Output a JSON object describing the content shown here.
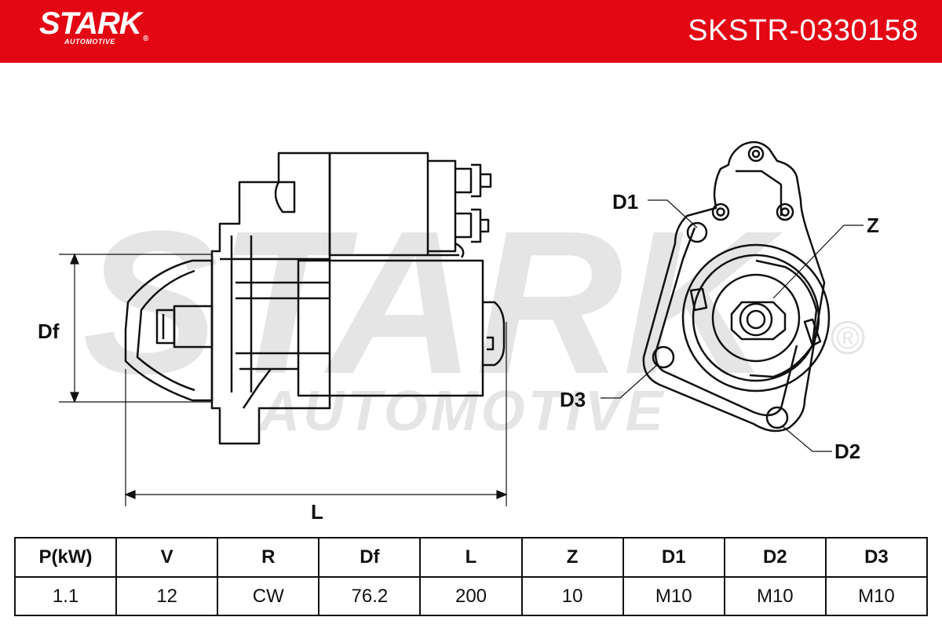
{
  "header": {
    "brand": "STARK",
    "brand_sub": "AUTOMOTIVE",
    "registered_mark": "®",
    "part_number": "SKSTR-0330158",
    "background_color": "#e30613"
  },
  "watermark": {
    "main": "STARK",
    "sub": "AUTOMOTIVE",
    "mark": "®"
  },
  "labels": {
    "df": "Df",
    "l": "L",
    "d1": "D1",
    "d2": "D2",
    "d3": "D3",
    "z": "Z"
  },
  "table": {
    "headers": [
      "P(kW)",
      "V",
      "R",
      "Df",
      "L",
      "Z",
      "D1",
      "D2",
      "D3"
    ],
    "values": [
      "1.1",
      "12",
      "CW",
      "76.2",
      "200",
      "10",
      "M10",
      "M10",
      "M10"
    ]
  }
}
